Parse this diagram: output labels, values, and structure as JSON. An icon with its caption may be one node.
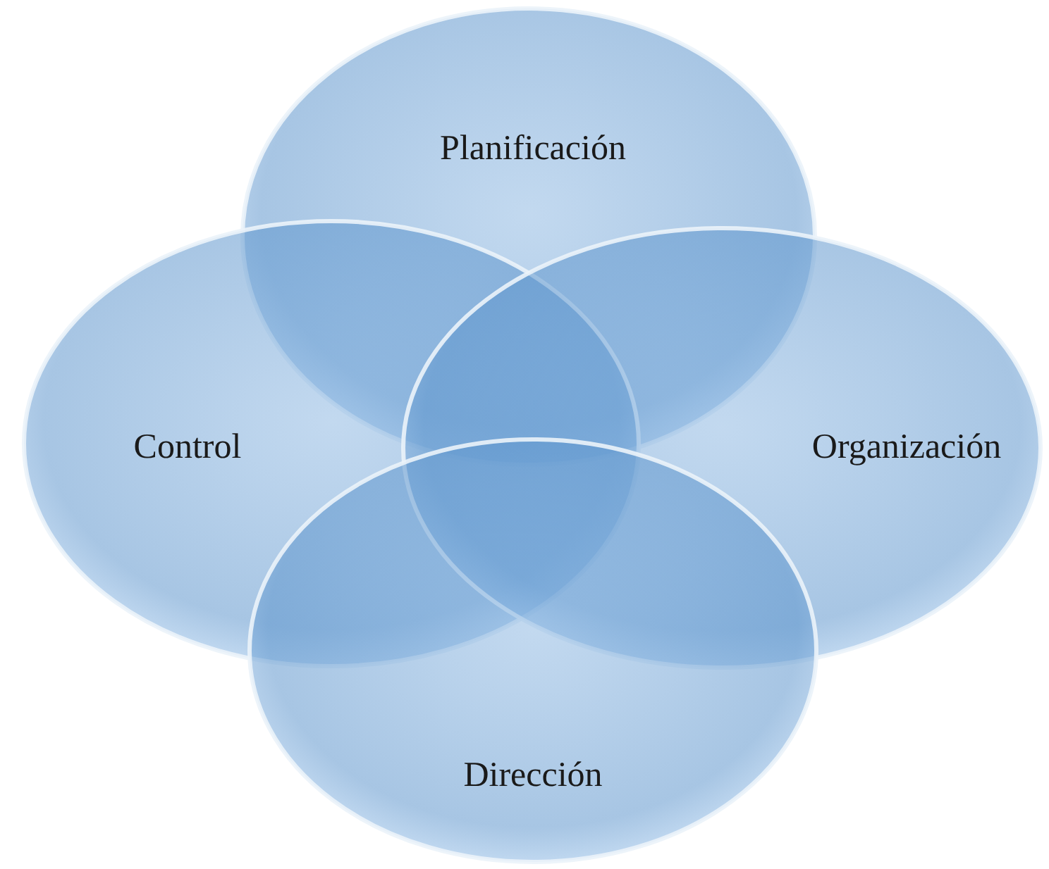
{
  "diagram": {
    "nodes": [
      {
        "text": [
          "Planificación"
        ]
      },
      {
        "text": [
          "Control"
        ]
      },
      {
        "text": [
          "Organización"
        ]
      },
      {
        "text": [
          "Dirección"
        ]
      }
    ]
  }
}
